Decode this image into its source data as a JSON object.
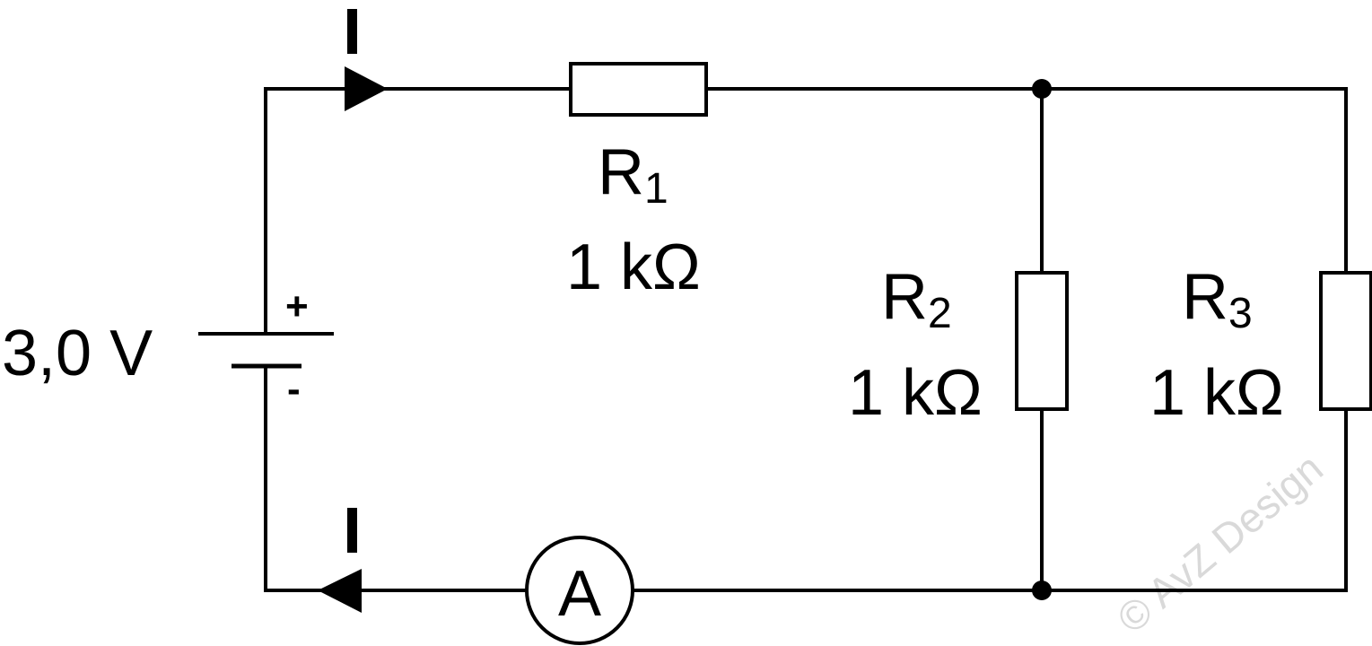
{
  "battery": {
    "voltage": "3,0 V",
    "plus": "+",
    "minus": "-"
  },
  "current": {
    "top": "I",
    "bottom": "I"
  },
  "resistors": [
    {
      "letter": "R",
      "index": "1",
      "value": "1 kΩ"
    },
    {
      "letter": "R",
      "index": "2",
      "value": "1 kΩ"
    },
    {
      "letter": "R",
      "index": "3",
      "value": "1 kΩ"
    }
  ],
  "ammeter": {
    "label": "A"
  },
  "watermark": "© AvZ Design",
  "colors": {
    "ink": "#000000",
    "watermark": "#d9d9d9",
    "background": "#ffffff"
  }
}
